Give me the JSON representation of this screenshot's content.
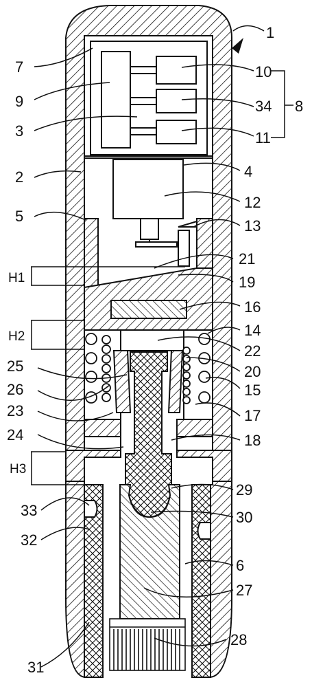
{
  "labels": {
    "n1": "1",
    "n2": "2",
    "n3": "3",
    "n4": "4",
    "n5": "5",
    "n6": "6",
    "n7": "7",
    "n8": "8",
    "n9": "9",
    "n10": "10",
    "n11": "11",
    "n12": "12",
    "n13": "13",
    "n14": "14",
    "n15": "15",
    "n16": "16",
    "n17": "17",
    "n18": "18",
    "n19": "19",
    "n20": "20",
    "n21": "21",
    "n22": "22",
    "n23": "23",
    "n24": "24",
    "n25": "25",
    "n26": "26",
    "n27": "27",
    "n28": "28",
    "n29": "29",
    "n30": "30",
    "n31": "31",
    "n32": "32",
    "n33": "33",
    "n34": "34"
  },
  "dimensions": {
    "h1": "H1",
    "h2": "H2",
    "h3": "H3"
  }
}
